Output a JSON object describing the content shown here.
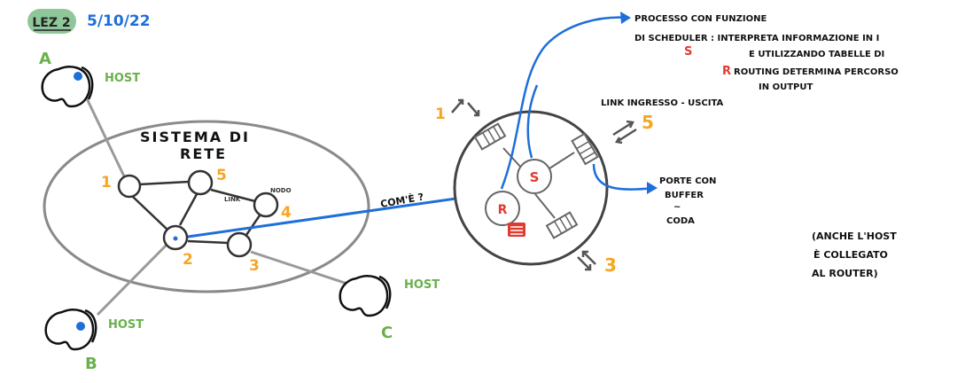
{
  "header": {
    "lesson": "LEZ 2",
    "date": "5/10/22"
  },
  "colors": {
    "green": "#6ab04c",
    "orange": "#f5a623",
    "blue": "#1e6fd9",
    "red": "#e03b2f",
    "gray": "#7f7f7f",
    "dark": "#333333",
    "badge": "#8fc79a"
  },
  "hosts": {
    "a_letter": "A",
    "a_label": "HOST",
    "b_letter": "B",
    "b_label": "HOST",
    "c_letter": "C",
    "c_label": "HOST"
  },
  "network": {
    "title_line1": "SISTEMA DI",
    "title_line2": "RETE",
    "node_1": "1",
    "node_2": "2",
    "node_3": "3",
    "node_4": "4",
    "node_5": "5",
    "link_label": "LINK",
    "node_label": "NODO",
    "question": "COM'È ?"
  },
  "router": {
    "s_label": "S",
    "r_label": "R",
    "port_1": "1",
    "port_3": "3",
    "port_5": "5"
  },
  "notes": {
    "scheduler_line1": "PROCESSO CON FUNZIONE",
    "scheduler_line2": "DI SCHEDULER : INTERPRETA INFORMAZIONE IN I",
    "scheduler_s": "S",
    "scheduler_line3": "E UTILIZZANDO TABELLE DI",
    "scheduler_r": "R",
    "scheduler_line4": "ROUTING DETERMINA PERCORSO",
    "scheduler_line5": "IN OUTPUT",
    "link_io_label": "LINK INGRESSO - USCITA",
    "ports_line1": "PORTE CON",
    "ports_line2": "BUFFER",
    "ports_line3": "~",
    "ports_line4": "CODA",
    "aside_line1": "(ANCHE L'HOST",
    "aside_line2": "È COLLEGATO",
    "aside_line3": "AL ROUTER)"
  }
}
